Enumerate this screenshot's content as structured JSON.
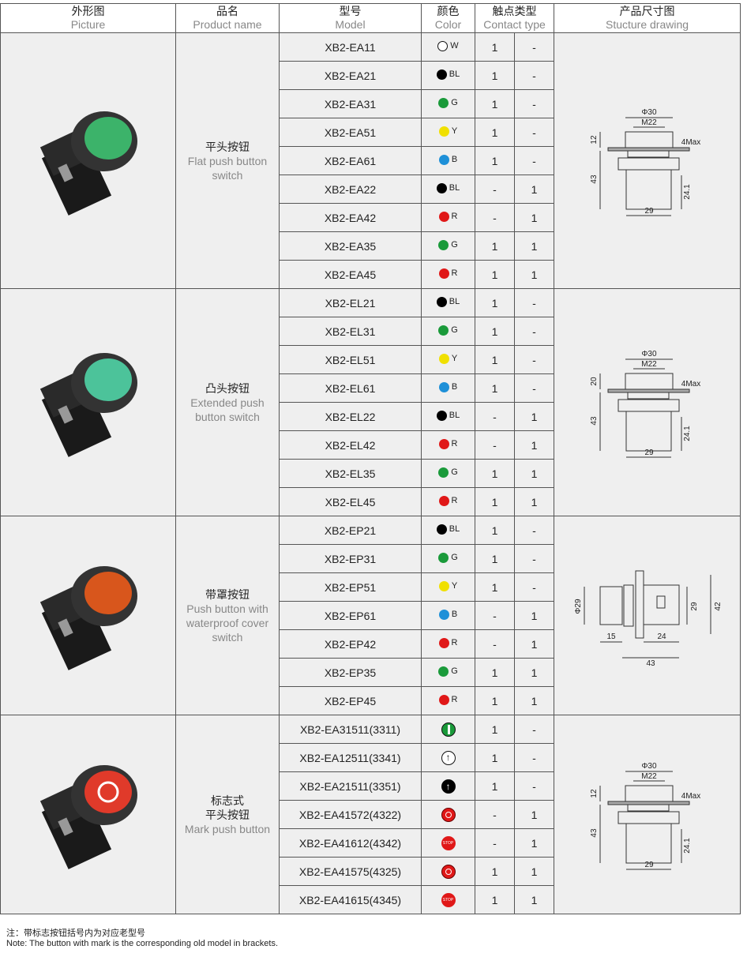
{
  "header": {
    "picture": {
      "cn": "外形图",
      "en": "Picture"
    },
    "name": {
      "cn": "品名",
      "en": "Product name"
    },
    "model": {
      "cn": "型号",
      "en": "Model"
    },
    "color": {
      "cn": "颜色",
      "en": "Color"
    },
    "contact": {
      "cn": "触点类型",
      "en": "Contact type"
    },
    "drawing": {
      "cn": "产品尺寸图",
      "en": "Stucture drawing"
    }
  },
  "colors": {
    "W": "#ffffff",
    "BL": "#000000",
    "G": "#1a9a3a",
    "Y": "#f0e000",
    "B": "#1e90d8",
    "R": "#e01818"
  },
  "groups": [
    {
      "name_cn": "平头按钮",
      "name_en": "Flat push button switch",
      "button_color": "#3cb36a",
      "drawing": {
        "type": "front",
        "dims": [
          "Φ30",
          "M22",
          "12",
          "4Max",
          "43",
          "24.1",
          "29"
        ]
      },
      "rows": [
        [
          "XB2-EA11",
          "W",
          "1",
          "-"
        ],
        [
          "XB2-EA21",
          "BL",
          "1",
          "-"
        ],
        [
          "XB2-EA31",
          "G",
          "1",
          "-"
        ],
        [
          "XB2-EA51",
          "Y",
          "1",
          "-"
        ],
        [
          "XB2-EA61",
          "B",
          "1",
          "-"
        ],
        [
          "XB2-EA22",
          "BL",
          "-",
          "1"
        ],
        [
          "XB2-EA42",
          "R",
          "-",
          "1"
        ],
        [
          "XB2-EA35",
          "G",
          "1",
          "1"
        ],
        [
          "XB2-EA45",
          "R",
          "1",
          "1"
        ]
      ]
    },
    {
      "name_cn": "凸头按钮",
      "name_en": "Extended push button switch",
      "button_color": "#4cc39a",
      "drawing": {
        "type": "front",
        "dims": [
          "Φ30",
          "M22",
          "20",
          "4Max",
          "43",
          "24.1",
          "29"
        ]
      },
      "rows": [
        [
          "XB2-EL21",
          "BL",
          "1",
          "-"
        ],
        [
          "XB2-EL31",
          "G",
          "1",
          "-"
        ],
        [
          "XB2-EL51",
          "Y",
          "1",
          "-"
        ],
        [
          "XB2-EL61",
          "B",
          "1",
          "-"
        ],
        [
          "XB2-EL22",
          "BL",
          "-",
          "1"
        ],
        [
          "XB2-EL42",
          "R",
          "-",
          "1"
        ],
        [
          "XB2-EL35",
          "G",
          "1",
          "1"
        ],
        [
          "XB2-EL45",
          "R",
          "1",
          "1"
        ]
      ]
    },
    {
      "name_cn": "带罩按钮",
      "name_en": "Push button with waterproof cover switch",
      "button_color": "#d8561c",
      "drawing": {
        "type": "side",
        "dims": [
          "Φ29",
          "15",
          "24",
          "43",
          "29",
          "42"
        ]
      },
      "rows": [
        [
          "XB2-EP21",
          "BL",
          "1",
          "-"
        ],
        [
          "XB2-EP31",
          "G",
          "1",
          "-"
        ],
        [
          "XB2-EP51",
          "Y",
          "1",
          "-"
        ],
        [
          "XB2-EP61",
          "B",
          "-",
          "1"
        ],
        [
          "XB2-EP42",
          "R",
          "-",
          "1"
        ],
        [
          "XB2-EP35",
          "G",
          "1",
          "1"
        ],
        [
          "XB2-EP45",
          "R",
          "1",
          "1"
        ]
      ]
    },
    {
      "name_cn": "标志式\n平头按钮",
      "name_en": "Mark push button",
      "button_color": "#e03a2a",
      "drawing": {
        "type": "front",
        "dims": [
          "Φ30",
          "M22",
          "12",
          "4Max",
          "43",
          "24.1",
          "29"
        ]
      },
      "rows": [
        [
          "XB2-EA31511(3311)",
          "mark-green-i",
          "1",
          "-"
        ],
        [
          "XB2-EA12511(3341)",
          "mark-white-arrow",
          "1",
          "-"
        ],
        [
          "XB2-EA21511(3351)",
          "mark-black-arrow",
          "1",
          "-"
        ],
        [
          "XB2-EA41572(4322)",
          "mark-red-o",
          "-",
          "1"
        ],
        [
          "XB2-EA41612(4342)",
          "mark-red-stop",
          "-",
          "1"
        ],
        [
          "XB2-EA41575(4325)",
          "mark-red-o",
          "1",
          "1"
        ],
        [
          "XB2-EA41615(4345)",
          "mark-red-stop",
          "1",
          "1"
        ]
      ]
    }
  ],
  "stop_text": "STOP",
  "notes": {
    "cn": "注：带标志按钮括号内为对应老型号",
    "en": "Note: The button with mark is the corresponding old model in brackets."
  }
}
